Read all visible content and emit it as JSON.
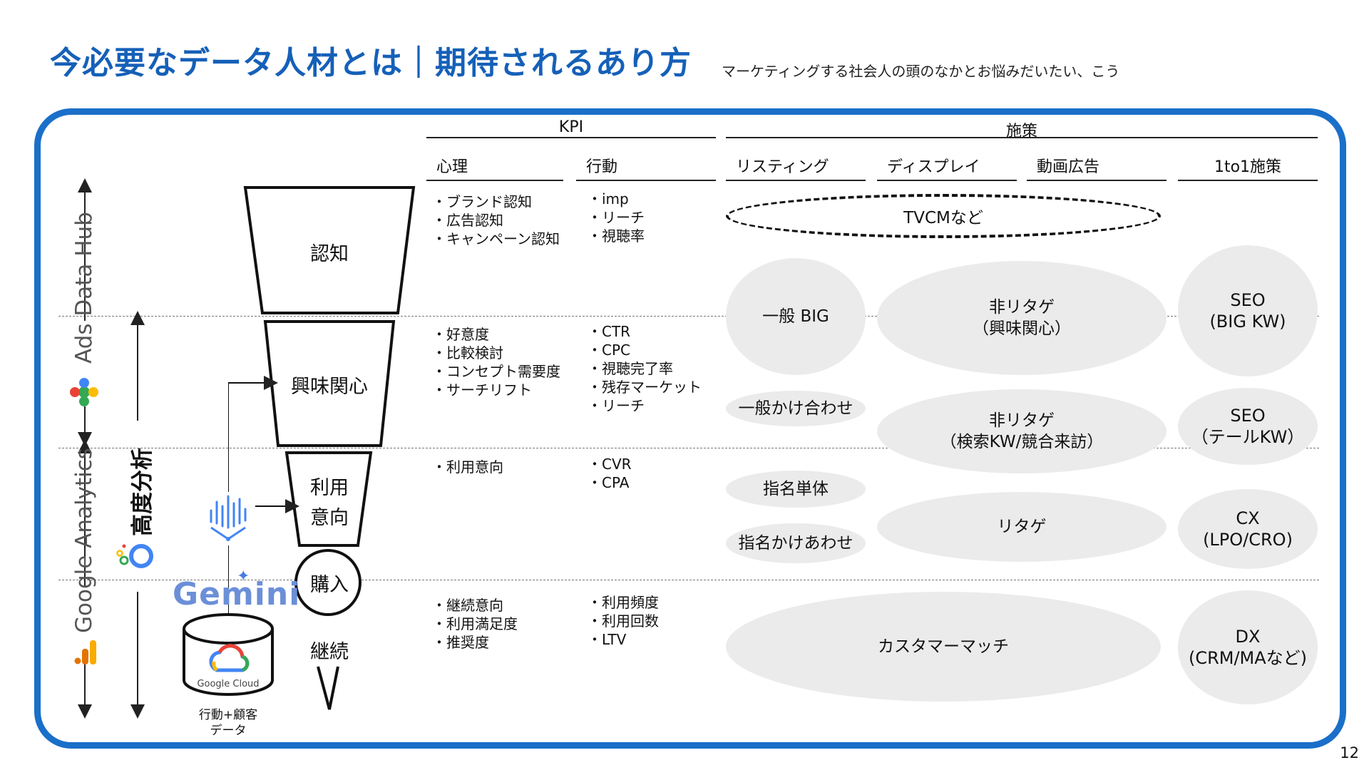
{
  "title": "今必要なデータ人材とは｜期待されるあり方",
  "subtitle": "マーケティングする社会人の頭のなかとお悩みだいたい、こう",
  "page_number": "12",
  "headers": {
    "kpi": "KPI",
    "shisaku": "施策",
    "psychology": "心理",
    "behavior": "行動",
    "listing": "リスティング",
    "display": "ディスプレイ",
    "video": "動画広告",
    "one_to_one": "1to1施策"
  },
  "funnel": {
    "ninchi": "認知",
    "kyomi": "興味関心",
    "riyou": "利用",
    "ikou": "意向",
    "kounyu": "購入",
    "keizoku": "継続"
  },
  "kpi": {
    "ninchi_psych": [
      "ブランド認知",
      "広告認知",
      "キャンペーン認知"
    ],
    "ninchi_behav": [
      "imp",
      "リーチ",
      "視聴率"
    ],
    "kyomi_psych": [
      "好意度",
      "比較検討",
      "コンセプト需要度",
      "サーチリフト"
    ],
    "kyomi_behav": [
      "CTR",
      "CPC",
      "視聴完了率",
      "残存マーケット",
      "リーチ"
    ],
    "ikou_psych": [
      "利用意向"
    ],
    "ikou_behav": [
      "CVR",
      "CPA"
    ],
    "keizoku_psych": [
      "継続意向",
      "利用満足度",
      "推奨度"
    ],
    "keizoku_behav": [
      "利用頻度",
      "利用回数",
      "LTV"
    ]
  },
  "measures": {
    "tvcm": "TVCMなど",
    "ippan_big": "一般 BIG",
    "non_retarget_interest": "非リタゲ\n（興味関心）",
    "seo_big": "SEO\n(BIG KW)",
    "ippan_kakeawase": "一般かけ合わせ",
    "non_retarget_search": "非リタゲ\n（検索KW/競合来訪）",
    "seo_tail": "SEO\n（テールKW）",
    "shimei_tantai": "指名単体",
    "shimei_kakeawase": "指名かけあわせ",
    "retarget": "リタゲ",
    "cx": "CX\n(LPO/CRO)",
    "customer_match": "カスタマーマッチ",
    "dx": "DX\n(CRM/MAなど)"
  },
  "side": {
    "ads_data_hub": "Ads Data Hub",
    "google_analytics": "Google Analytics",
    "advanced_analysis": "高度分析",
    "gemini": "Gemini",
    "google_cloud": "Google Cloud",
    "data_line1": "行動+顧客",
    "data_line2": "データ"
  },
  "colors": {
    "title_blue": "#1560b8",
    "frame_blue": "#1a6fc9",
    "ellipse_gray": "#ebebeb"
  }
}
